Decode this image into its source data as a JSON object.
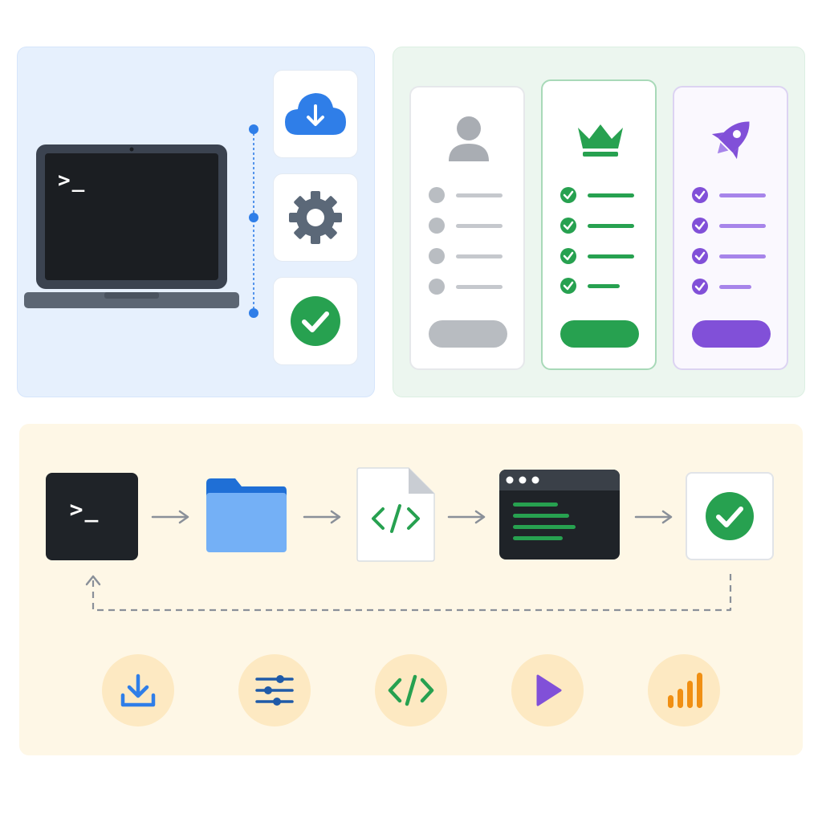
{
  "colors": {
    "setup_panel": "#e6f0fd",
    "plans_panel": "#ecf6ef",
    "flow_panel": "#fef7e6",
    "accent_blue": "#2f7ee8",
    "accent_green": "#27a150",
    "accent_purple": "#8150d8",
    "accent_gray": "#a9adb3",
    "accent_orange": "#f08f13",
    "terminal_dark": "#1f2328"
  },
  "terminal": {
    "prompt": ">_"
  },
  "setup_steps": [
    {
      "icon": "cloud-download-icon"
    },
    {
      "icon": "gear-icon"
    },
    {
      "icon": "check-circle-icon"
    }
  ],
  "plans": [
    {
      "icon": "user-icon",
      "color": "#a9adb3",
      "features": 4
    },
    {
      "icon": "crown-icon",
      "color": "#27a150",
      "features": 4,
      "highlighted": true
    },
    {
      "icon": "rocket-icon",
      "color": "#8150d8",
      "features": 4
    }
  ],
  "flow_steps": [
    {
      "icon": "terminal-icon"
    },
    {
      "icon": "folder-icon"
    },
    {
      "icon": "code-file-icon"
    },
    {
      "icon": "console-window-icon"
    },
    {
      "icon": "check-circle-icon"
    }
  ],
  "action_buttons": [
    {
      "icon": "download-icon",
      "color": "#2f7ee8"
    },
    {
      "icon": "sliders-icon",
      "color": "#1f5aa8"
    },
    {
      "icon": "code-icon",
      "color": "#27a150"
    },
    {
      "icon": "play-icon",
      "color": "#8150d8"
    },
    {
      "icon": "bar-chart-icon",
      "color": "#f08f13"
    }
  ]
}
